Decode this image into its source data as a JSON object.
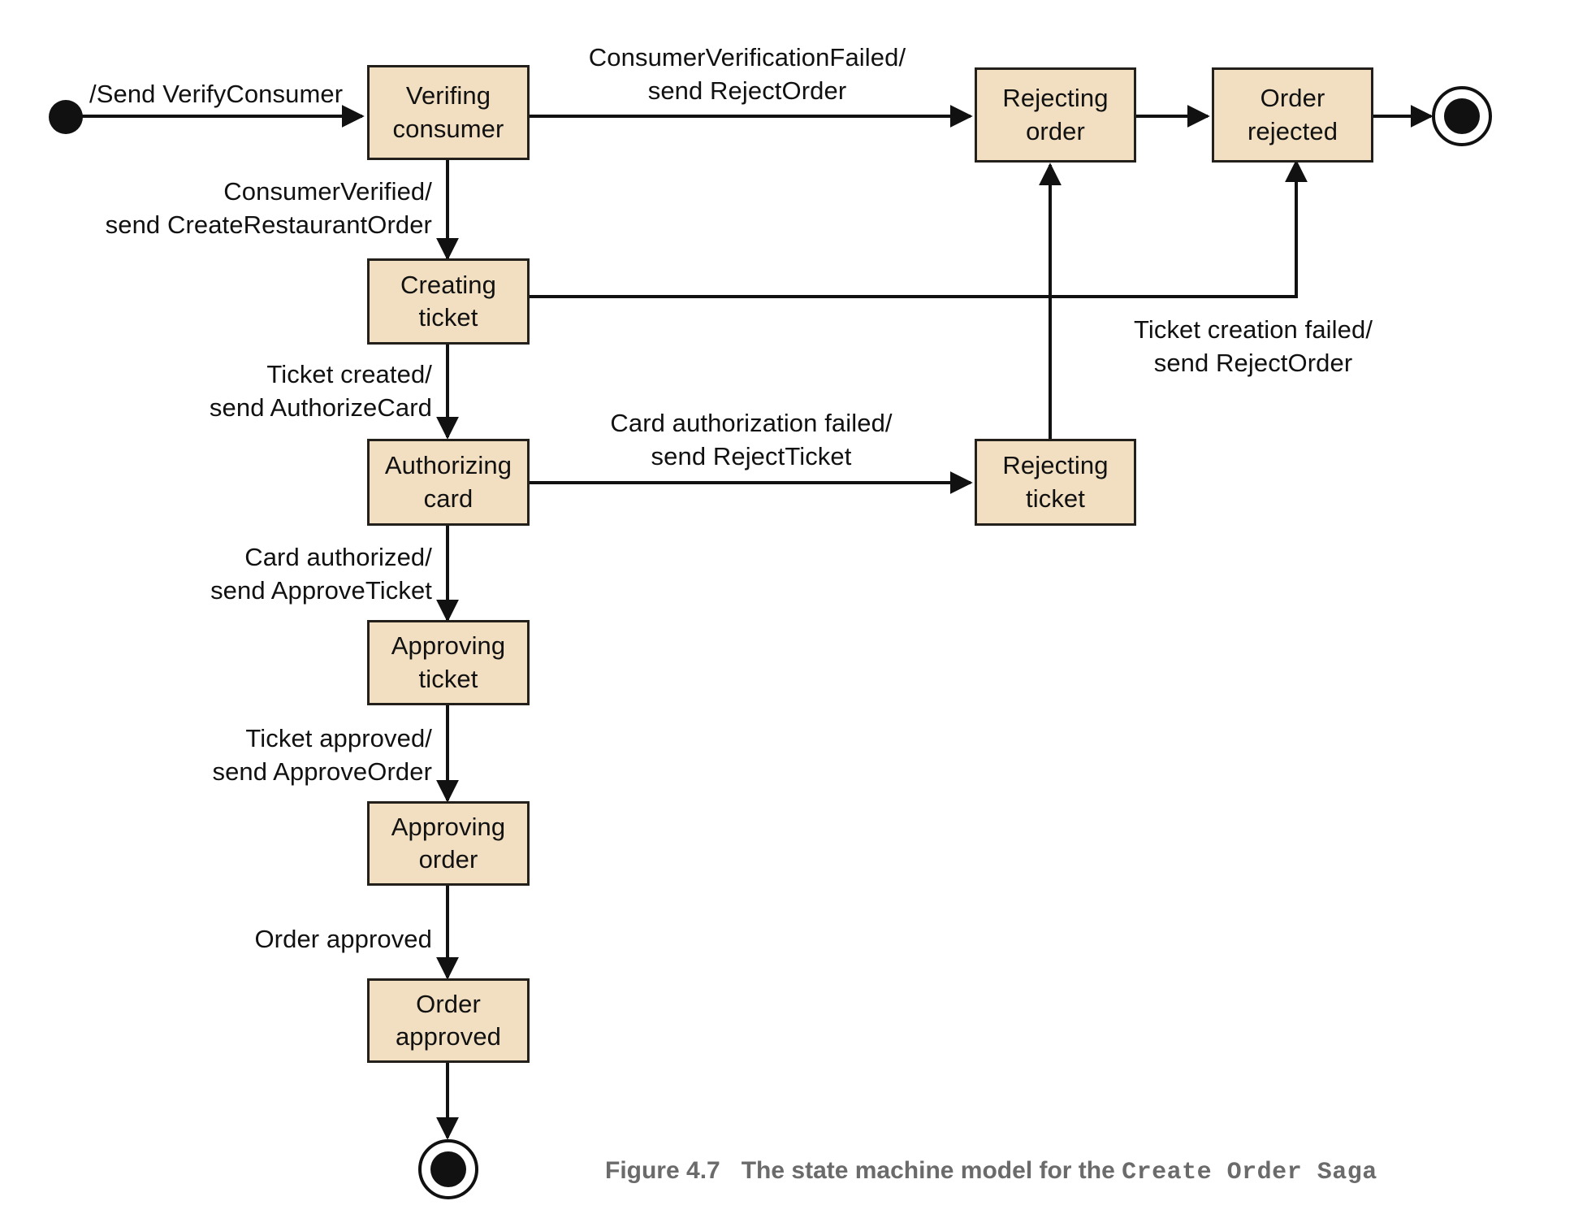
{
  "diagram": {
    "title": "Create Order Saga state machine",
    "colors": {
      "state_fill": "#F2DFC1",
      "state_border": "#231f1b",
      "line": "#111111",
      "text": "#111111",
      "caption_text": "#6b6b6b",
      "background": "#ffffff"
    },
    "states": [
      {
        "id": "verifying_consumer",
        "line1": "Verifing",
        "line2": "consumer"
      },
      {
        "id": "creating_ticket",
        "line1": "Creating",
        "line2": "ticket"
      },
      {
        "id": "authorizing_card",
        "line1": "Authorizing",
        "line2": "card"
      },
      {
        "id": "approving_ticket",
        "line1": "Approving",
        "line2": "ticket"
      },
      {
        "id": "approving_order",
        "line1": "Approving",
        "line2": "order"
      },
      {
        "id": "order_approved",
        "line1": "Order",
        "line2": "approved"
      },
      {
        "id": "rejecting_order",
        "line1": "Rejecting",
        "line2": "order"
      },
      {
        "id": "order_rejected",
        "line1": "Order",
        "line2": "rejected"
      },
      {
        "id": "rejecting_ticket",
        "line1": "Rejecting",
        "line2": "ticket"
      }
    ],
    "transitions": [
      {
        "id": "start_to_verifying",
        "from": "initial",
        "to": "verifying_consumer",
        "line1": "/Send VerifyConsumer",
        "line2": ""
      },
      {
        "id": "verify_failed",
        "from": "verifying_consumer",
        "to": "rejecting_order",
        "line1": "ConsumerVerificationFailed/",
        "line2": "send RejectOrder"
      },
      {
        "id": "verify_ok",
        "from": "verifying_consumer",
        "to": "creating_ticket",
        "line1": "ConsumerVerified/",
        "line2": "send CreateRestaurantOrder"
      },
      {
        "id": "ticket_created",
        "from": "creating_ticket",
        "to": "authorizing_card",
        "line1": "Ticket created/",
        "line2": "send AuthorizeCard"
      },
      {
        "id": "ticket_creation_failed",
        "from": "creating_ticket",
        "to": "order_rejected",
        "line1": "Ticket creation failed/",
        "line2": "send RejectOrder"
      },
      {
        "id": "card_auth_failed",
        "from": "authorizing_card",
        "to": "rejecting_ticket",
        "line1": "Card authorization failed/",
        "line2": "send RejectTicket"
      },
      {
        "id": "card_authorized",
        "from": "authorizing_card",
        "to": "approving_ticket",
        "line1": "Card authorized/",
        "line2": "send ApproveTicket"
      },
      {
        "id": "ticket_approved",
        "from": "approving_ticket",
        "to": "approving_order",
        "line1": "Ticket approved/",
        "line2": "send ApproveOrder"
      },
      {
        "id": "order_approved_edge",
        "from": "approving_order",
        "to": "order_approved",
        "line1": "Order approved",
        "line2": ""
      },
      {
        "id": "rejecting_ticket_to_rejecting_order",
        "from": "rejecting_ticket",
        "to": "rejecting_order",
        "line1": "",
        "line2": ""
      },
      {
        "id": "rejecting_order_to_order_rejected",
        "from": "rejecting_order",
        "to": "order_rejected",
        "line1": "",
        "line2": ""
      },
      {
        "id": "order_rejected_to_final",
        "from": "order_rejected",
        "to": "final_rejected",
        "line1": "",
        "line2": ""
      },
      {
        "id": "order_approved_to_final",
        "from": "order_approved",
        "to": "final_approved",
        "line1": "",
        "line2": ""
      }
    ],
    "caption": {
      "figure_number": "Figure 4.7",
      "text": "The state machine model for the",
      "code": "Create Order Saga"
    }
  }
}
